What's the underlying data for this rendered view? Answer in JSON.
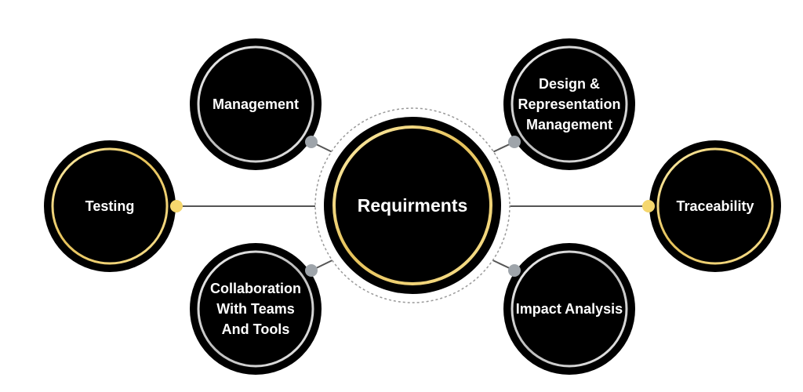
{
  "center": {
    "label": "Requirments"
  },
  "nodes": [
    {
      "id": "management",
      "lines": [
        "Management"
      ],
      "style": "silver"
    },
    {
      "id": "design",
      "lines": [
        "Design &",
        "Representation",
        "Management"
      ],
      "style": "silver"
    },
    {
      "id": "testing",
      "lines": [
        "Testing"
      ],
      "style": "gold"
    },
    {
      "id": "traceability",
      "lines": [
        "Traceability"
      ],
      "style": "gold"
    },
    {
      "id": "collaboration",
      "lines": [
        "Collaboration",
        "With Teams",
        "And Tools"
      ],
      "style": "silver"
    },
    {
      "id": "impact",
      "lines": [
        "Impact Analysis"
      ],
      "style": "silver"
    }
  ],
  "colors": {
    "circle_fill": "#000000",
    "silver_ring": "#d0d0d0",
    "gold_ring": "#f3d77a",
    "silver_dot": "#9ea4aa",
    "gold_dot": "#f5d76e",
    "connector": "#555555",
    "dashed_ring": "#999999"
  }
}
